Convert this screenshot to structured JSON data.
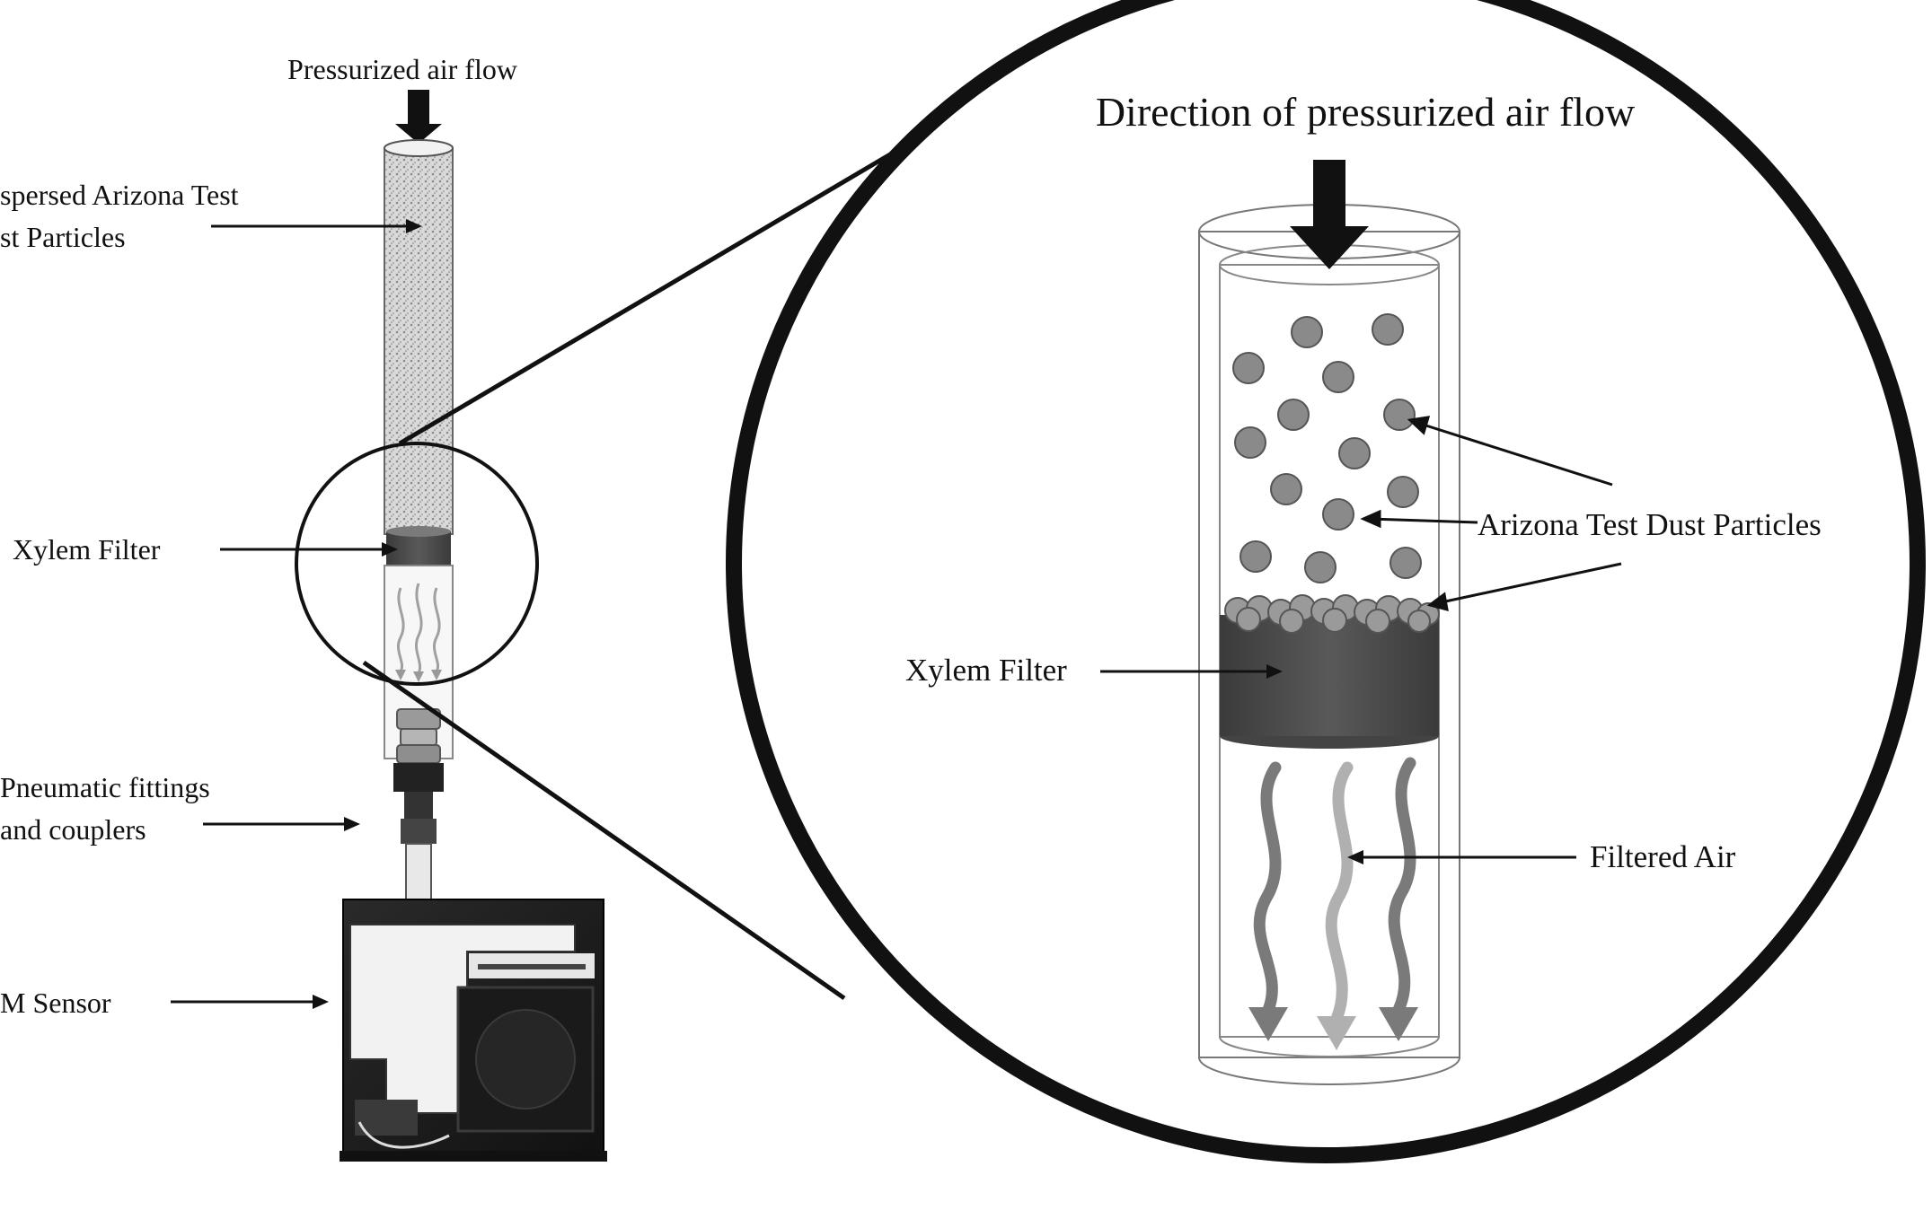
{
  "labels": {
    "pressurized_air_flow": "Pressurized air flow",
    "dispersed_particles_line1": "spersed Arizona Test",
    "dispersed_particles_line2": "st Particles",
    "xylem_filter_left": "Xylem Filter",
    "pneumatic_line1": "Pneumatic  fittings",
    "pneumatic_line2": "and couplers",
    "pm_sensor": "M Sensor",
    "direction_title": "Direction of pressurized air flow",
    "arizona_dust": "Arizona Test Dust Particles",
    "xylem_filter_right": "Xylem Filter",
    "filtered_air": "Filtered Air"
  },
  "colors": {
    "line": "#111111",
    "particle": "#8a8a8a",
    "filter": "#4d4d4d",
    "airflow_dark": "#7a7a7a",
    "airflow_light": "#b0b0b0",
    "tube_dust": "#cfcfcf"
  }
}
